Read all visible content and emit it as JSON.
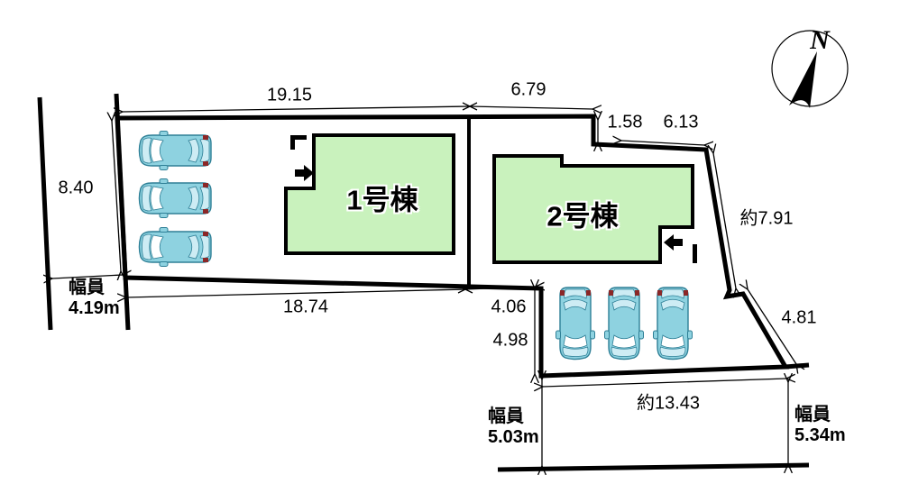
{
  "site_plan": {
    "compass": {
      "north_label": "N"
    },
    "buildings": [
      {
        "label": "1号棟"
      },
      {
        "label": "2号棟"
      }
    ],
    "dimensions": {
      "d19_15": "19.15",
      "d6_79": "6.79",
      "d1_58": "1.58",
      "d6_13": "6.13",
      "d7_91": "約7.91",
      "d8_40": "8.40",
      "d4_81": "4.81",
      "d18_74": "18.74",
      "d4_06": "4.06",
      "d4_98": "4.98",
      "d13_43": "約13.43"
    },
    "roads": {
      "west": {
        "title": "幅員",
        "width": "4.19m"
      },
      "south_left": {
        "title": "幅員",
        "width": "5.03m"
      },
      "south_right": {
        "title": "幅員",
        "width": "5.34m"
      }
    },
    "parking": {
      "lot1_car_count": 3,
      "lot2_car_count": 3
    },
    "colors": {
      "building_fill": "#c9f2bd",
      "car_fill": "#8ed2e0",
      "car_detail": "#cdecf4",
      "outline": "#000000"
    }
  }
}
